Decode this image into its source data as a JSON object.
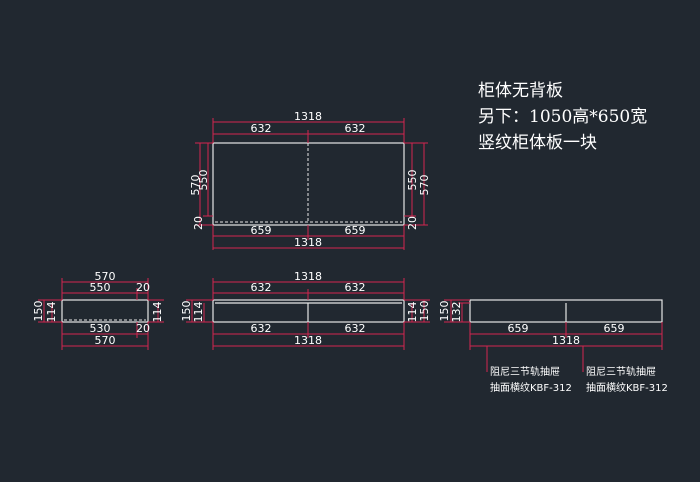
{
  "notes": [
    "柜体无背板",
    "另下：1050高*650宽",
    "竖纹柜体板一块"
  ],
  "front": {
    "top_total": "1318",
    "top_left": "632",
    "top_right": "632",
    "bottom_left": "659",
    "bottom_right": "659",
    "bottom_total": "1318",
    "left_outer": "570",
    "left_inner": "550",
    "left_small": "20",
    "right_inner": "550",
    "right_outer": "570",
    "right_small": "20"
  },
  "side": {
    "top_outer": "570",
    "top_inner": "550",
    "top_small": "20",
    "bottom_inner": "530",
    "bottom_small": "20",
    "bottom_outer": "570",
    "left_outer": "150",
    "left_inner": "114",
    "right_inner": "114"
  },
  "drawer": {
    "top_total": "1318",
    "top_left": "632",
    "top_right": "632",
    "bottom_left": "632",
    "bottom_right": "632",
    "bottom_total": "1318",
    "left_outer": "150",
    "left_inner": "114",
    "right_inner": "114",
    "right_outer": "150"
  },
  "face": {
    "left_outer": "150",
    "left_inner": "132",
    "bottom_left": "659",
    "bottom_right": "659",
    "bottom_total": "1318",
    "note1_line1": "阻尼三节轨抽屉",
    "note1_line2": "抽面横纹KBF-312",
    "note2_line1": "阻尼三节轨抽屉",
    "note2_line2": "抽面横纹KBF-312"
  }
}
